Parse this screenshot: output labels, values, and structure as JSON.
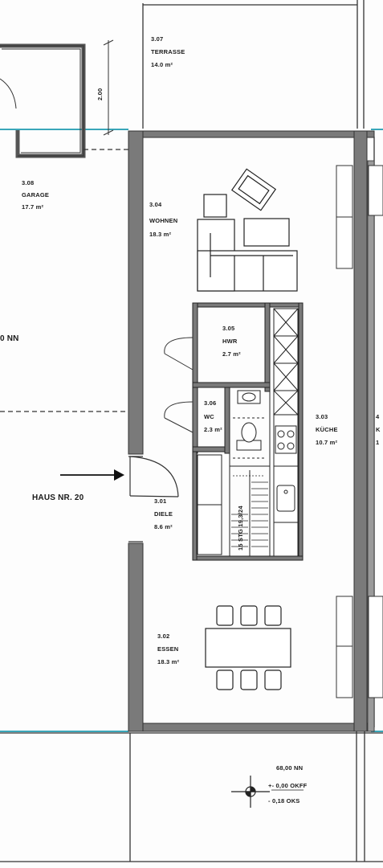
{
  "plan": {
    "house_label": "HAUS NR. 20",
    "left_level": "0 NN",
    "dimension": "2.00",
    "stair": "15 STG 19,3/24",
    "rooms": {
      "terrace": {
        "number": "3.07",
        "name": "TERRASSE",
        "area": "14.0 m²"
      },
      "garage": {
        "number": "3.08",
        "name": "GARAGE",
        "area": "17.7 m²"
      },
      "living": {
        "number": "3.04",
        "name": "WOHNEN",
        "area": "18.3 m²"
      },
      "utility": {
        "number": "3.05",
        "name": "HWR",
        "area": "2.7 m²"
      },
      "wc": {
        "number": "3.06",
        "name": "WC",
        "area": "2.3 m²"
      },
      "kitchen": {
        "number": "3.03",
        "name": "KÜCHE",
        "area": "10.7 m²"
      },
      "hall": {
        "number": "3.01",
        "name": "DIELE",
        "area": "8.6 m²"
      },
      "dining": {
        "number": "3.02",
        "name": "ESSEN",
        "area": "18.3 m²"
      },
      "neighbor": {
        "number": "4",
        "name": "K",
        "area": "1"
      }
    },
    "levels": {
      "nn": "68,00 NN",
      "okff": "+- 0,00 OKFF",
      "oks": "- 0,18 OKS"
    }
  }
}
